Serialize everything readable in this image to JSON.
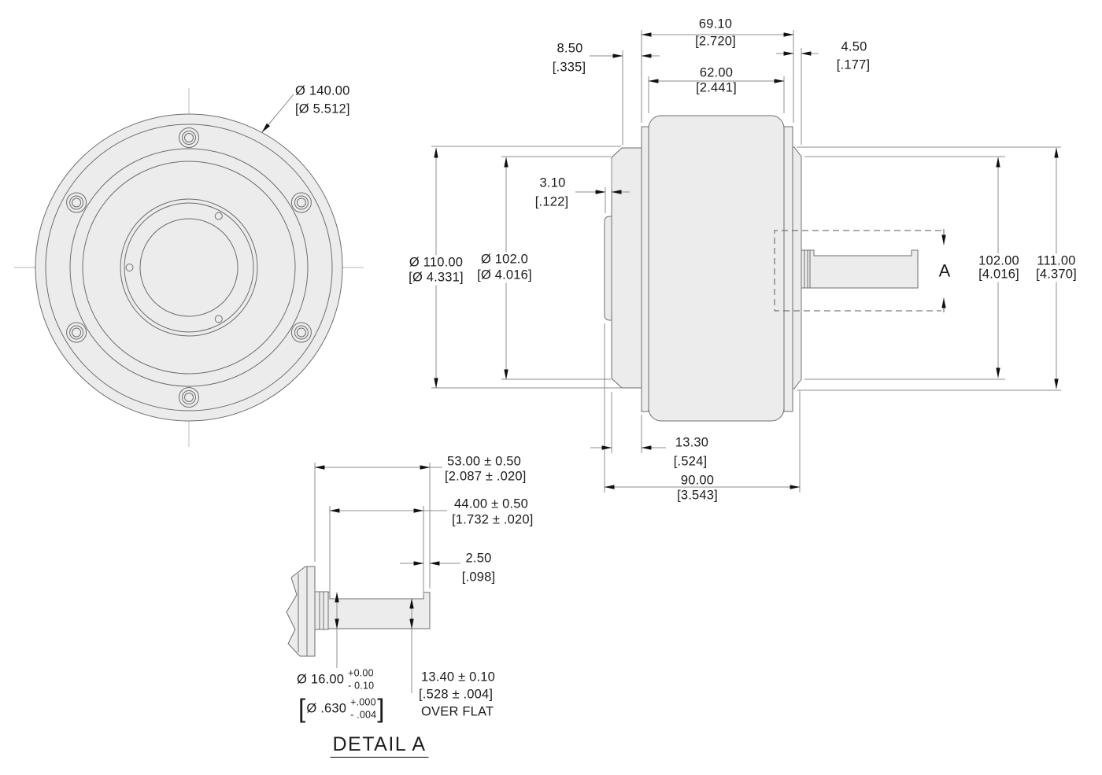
{
  "front_view": {
    "d140_mm": "Ø 140.00",
    "d140_in": "[Ø 5.512]"
  },
  "side_view": {
    "d6910_mm": "69.10",
    "d6910_in": "[2.720]",
    "d850_mm": "8.50",
    "d850_in": "[.335]",
    "d450_mm": "4.50",
    "d450_in": "[.177]",
    "d6200_mm": "62.00",
    "d6200_in": "[2.441]",
    "d310_mm": "3.10",
    "d310_in": "[.122]",
    "d110_mm": "Ø 110.00",
    "d110_in": "[Ø 4.331]",
    "d102d_mm": "Ø 102.0",
    "d102d_in": "[Ø 4.016]",
    "d10200_mm": "102.00",
    "d10200_in": "[4.016]",
    "d11100_mm": "111.00",
    "d11100_in": "[4.370]",
    "d1330_mm": "13.30",
    "d1330_in": "[.524]",
    "d9000_mm": "90.00",
    "d9000_in": "[3.543]",
    "callout_label": "A"
  },
  "detail_view": {
    "d53_mm": "53.00 ± 0.50",
    "d53_in": "[2.087 ± .020]",
    "d44_mm": "44.00 ± 0.50",
    "d44_in": "[1.732 ± .020]",
    "d250_mm": "2.50",
    "d250_in": "[.098]",
    "d16_mm": "Ø 16.00",
    "d16_tol_plus": "+0.00",
    "d16_tol_minus": "- 0.10",
    "d16_in": "Ø .630",
    "d16_in_tol_plus": "+.000",
    "d16_in_tol_minus": "- .004",
    "bracket_open": "[",
    "bracket_close": "]",
    "d1340_mm": "13.40 ± 0.10",
    "d1340_in": "[.528 ± .004]",
    "d1340_note": "OVER FLAT",
    "title": "DETAIL  A"
  }
}
